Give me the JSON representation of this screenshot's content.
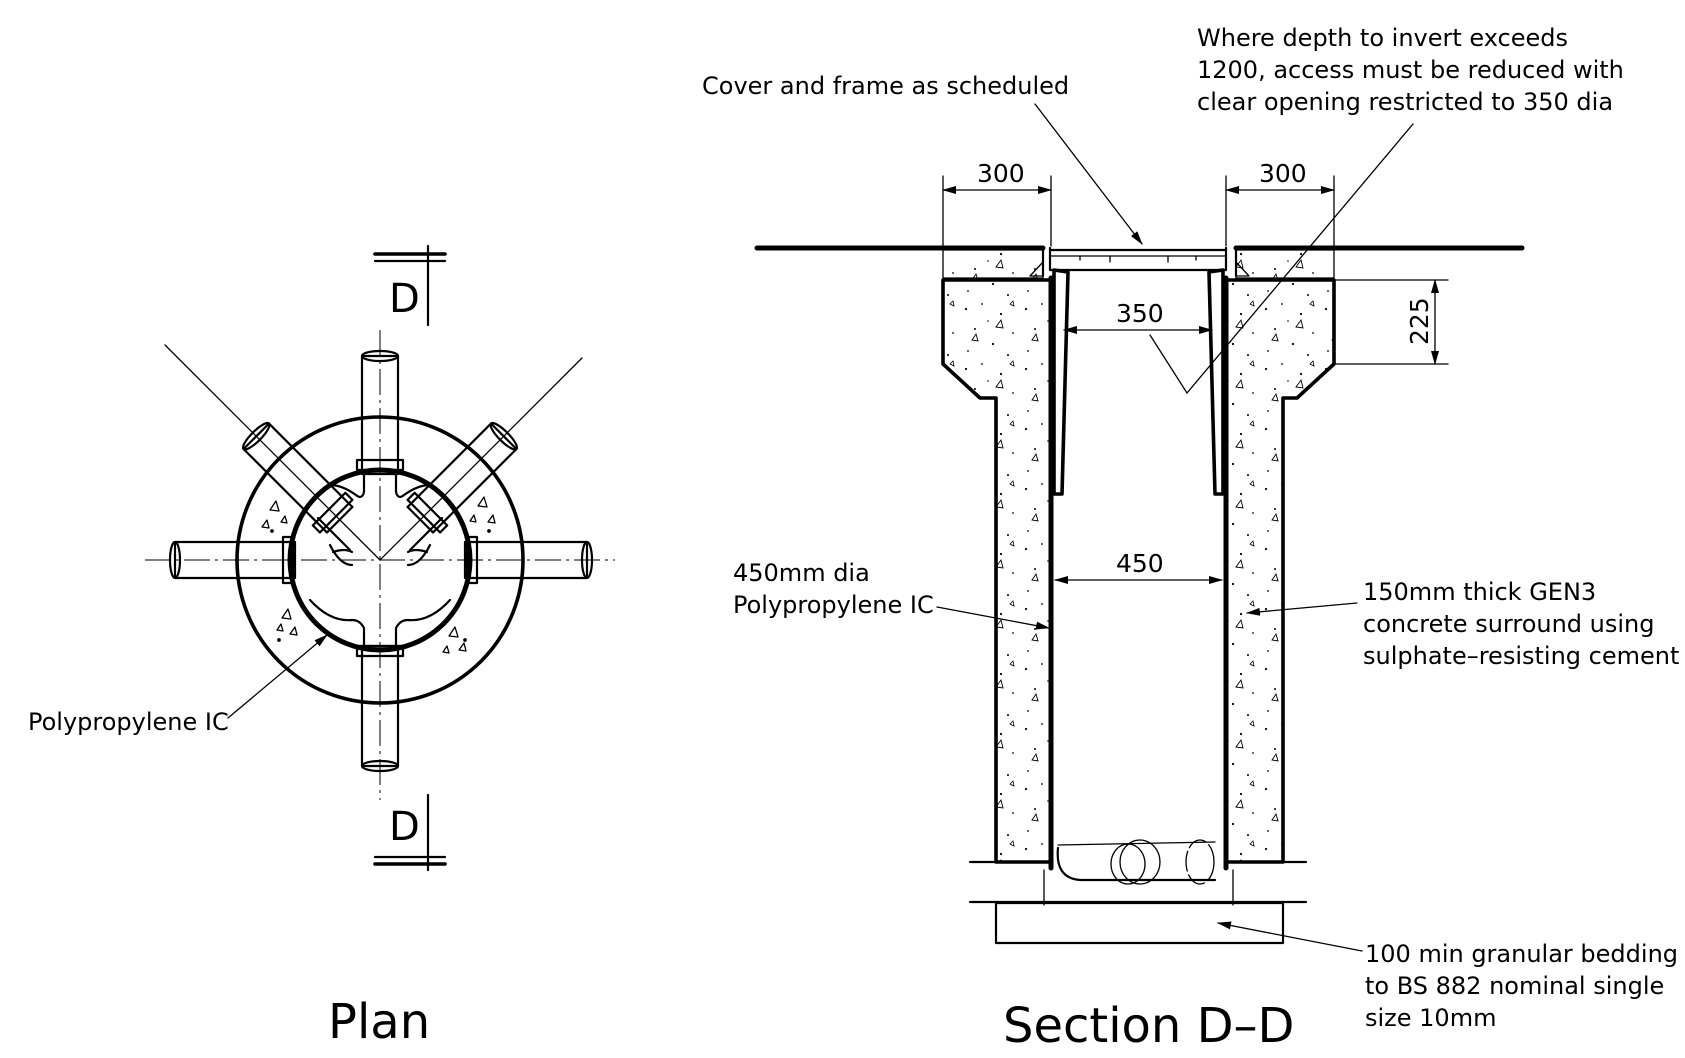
{
  "plan": {
    "title": "Plan",
    "section_mark_top": "D",
    "section_mark_bottom": "D",
    "note_polypropylene": "Polypropylene IC"
  },
  "section": {
    "title": "Section D–D",
    "note_cover": "Cover and frame as scheduled",
    "note_depth": [
      "Where depth to invert exceeds",
      "1200, access must be reduced with",
      "clear opening restricted to 350 dia"
    ],
    "note_ic": [
      "450mm dia",
      "Polypropylene IC"
    ],
    "note_surround": [
      "150mm thick GEN3",
      "concrete surround using",
      "sulphate–resisting cement"
    ],
    "note_bedding": [
      "100 min granular bedding",
      "to BS 882 nominal single",
      "size 10mm"
    ],
    "dims": {
      "left_slab": "300",
      "right_slab": "300",
      "opening": "350",
      "slab_depth": "225",
      "internal": "450"
    }
  }
}
